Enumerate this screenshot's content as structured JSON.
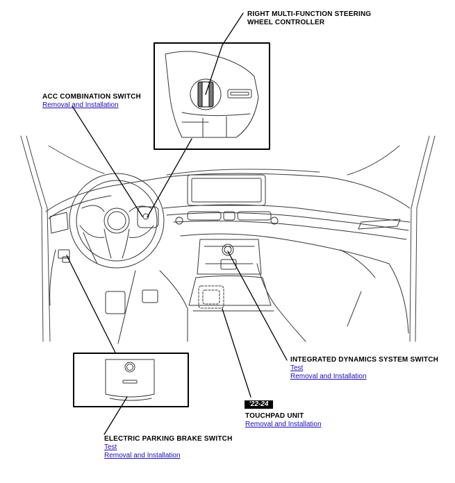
{
  "labels": {
    "steering_controller": {
      "line1": "RIGHT MULTI-FUNCTION STEERING",
      "line2": "WHEEL CONTROLLER"
    },
    "acc_switch": {
      "title": "ACC COMBINATION SWITCH",
      "links": [
        "Removal and Installation"
      ]
    },
    "ids_switch": {
      "title": "INTEGRATED DYNAMICS SYSTEM SWITCH",
      "links": [
        "Test",
        "Removal and Installation"
      ]
    },
    "touchpad": {
      "badge": "'22-24",
      "title": "TOUCHPAD UNIT",
      "links": [
        "Removal and Installation"
      ]
    },
    "epb_switch": {
      "title": "ELECTRIC PARKING BRAKE SWITCH",
      "links": [
        "Test",
        "Removal and Installation"
      ]
    }
  }
}
